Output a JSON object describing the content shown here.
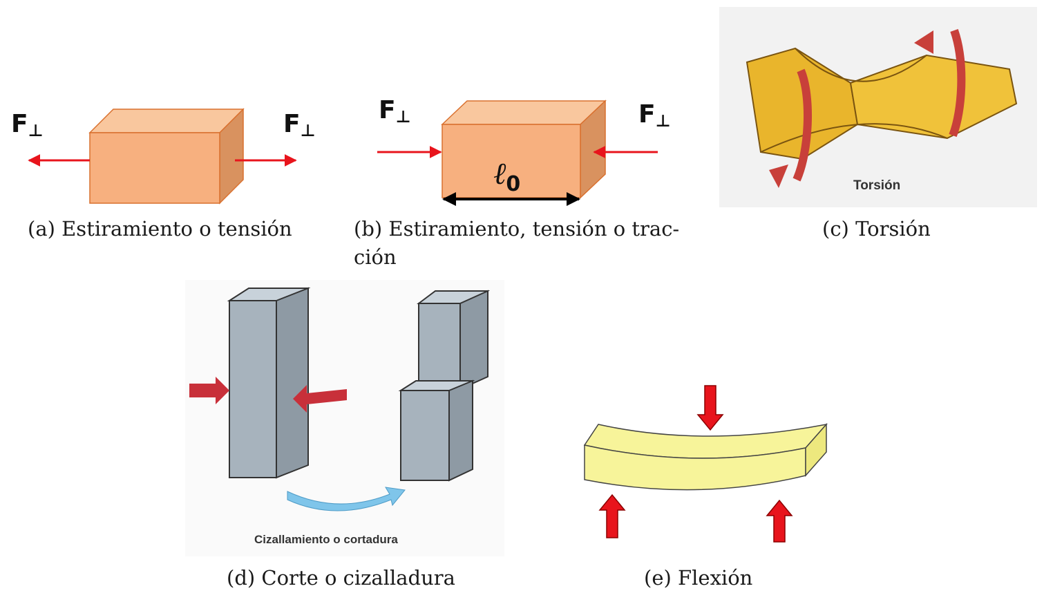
{
  "force_symbol": "F",
  "force_subscript": "⊥",
  "length_symbol": "ℓ",
  "length_subscript": "0",
  "captions": {
    "a": "(a) Estiramiento o tensión",
    "b_line1": "(b) Estiramiento, tensión o trac-",
    "b_line2": "ción",
    "c": "(c) Torsión",
    "d": "(d) Corte o cizalladura",
    "e": "(e) Flexión"
  },
  "photo_labels": {
    "torsion": "Torsión",
    "shear": "Cizallamiento o cortadura"
  },
  "colors": {
    "box_front": "#F7B07F",
    "box_top": "#F9C79E",
    "box_side": "#D9925F",
    "arrow_red": "#E8141C",
    "torsion_wood": "#E9B52C",
    "torsion_band": "#C8403A",
    "steel": "#A7B3BD",
    "beam_yellow": "#F7F49A",
    "shear_curve": "#7FC5EA"
  }
}
